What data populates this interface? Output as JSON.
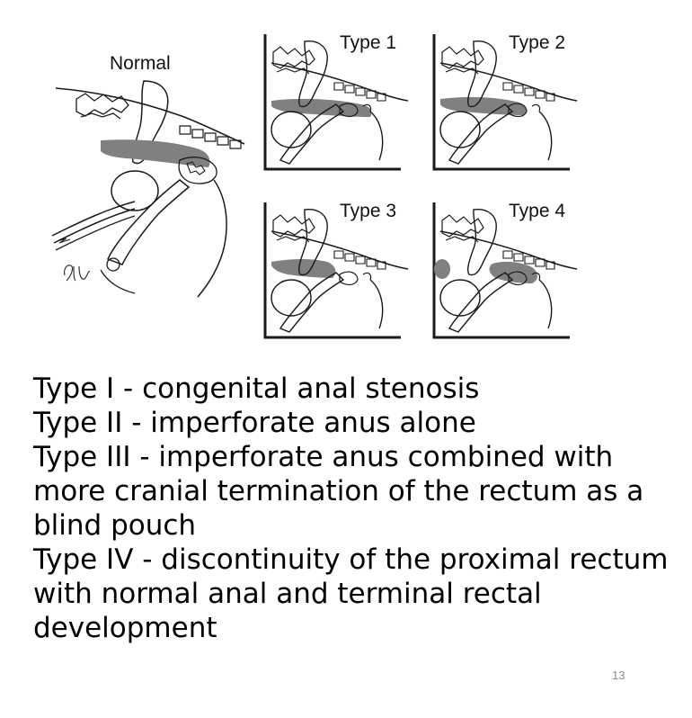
{
  "figure": {
    "panels": [
      {
        "id": "normal",
        "label": "Normal"
      },
      {
        "id": "type1",
        "label": "Type 1"
      },
      {
        "id": "type2",
        "label": "Type 2"
      },
      {
        "id": "type3",
        "label": "Type 3"
      },
      {
        "id": "type4",
        "label": "Type 4"
      }
    ],
    "signature": "dlw"
  },
  "lines": [
    "Type I - congenital anal stenosis",
    "Type II - imperforate anus alone",
    "Type III - imperforate anus combined with",
    "more cranial termination of the rectum as a",
    "blind pouch",
    "Type IV - discontinuity of the proximal rectum",
    "with normal anal and terminal rectal",
    "development"
  ],
  "slide_number": "13",
  "colors": {
    "rectum_fill": "#808080",
    "line": "#1a1a1a"
  }
}
